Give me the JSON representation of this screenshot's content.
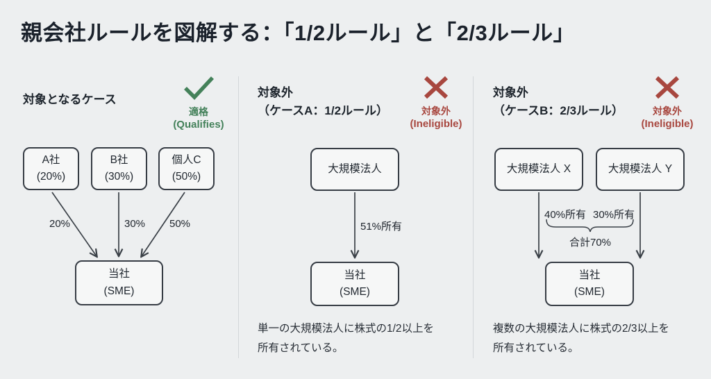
{
  "title": "親会社ルールを図解する：「1/2ルール」と「2/3ルール」",
  "colors": {
    "background": "#edeff0",
    "ink": "#1d242c",
    "green": "#44815a",
    "red": "#a8473f",
    "box_border": "#363c44",
    "box_fill": "#f6f7f7",
    "divider": "#d3d6d9",
    "arrow": "#3a4047"
  },
  "columns": [
    {
      "header_line1": "対象となるケース",
      "badge": {
        "icon": "check-icon",
        "label_jp": "適格",
        "label_en": "(Qualifies)"
      },
      "parents": [
        {
          "line1": "A社",
          "line2": "(20%)"
        },
        {
          "line1": "B社",
          "line2": "(30%)"
        },
        {
          "line1": "個人C",
          "line2": "(50%)"
        }
      ],
      "arrow_labels": [
        "20%",
        "30%",
        "50%"
      ],
      "target": {
        "line1": "当社",
        "line2": "(SME)"
      }
    },
    {
      "header_line1": "対象外",
      "header_line2": "（ケースA：1/2ルール）",
      "badge": {
        "icon": "x-icon",
        "label_jp": "対象外",
        "label_en": "(Ineligible)"
      },
      "parents": [
        {
          "line1": "大規模法人"
        }
      ],
      "arrow_labels": [
        "51%所有"
      ],
      "target": {
        "line1": "当社",
        "line2": "(SME)"
      },
      "description_line1": "単一の大規模法人に株式の1/2以上を",
      "description_line2": "所有されている。"
    },
    {
      "header_line1": "対象外",
      "header_line2": "（ケースB：2/3ルール）",
      "badge": {
        "icon": "x-icon",
        "label_jp": "対象外",
        "label_en": "(Ineligible)"
      },
      "parents": [
        {
          "line1": "大規模法人 X"
        },
        {
          "line1": "大規模法人 Y"
        }
      ],
      "arrow_labels": [
        "40%所有",
        "30%所有"
      ],
      "total_label": "合計70%",
      "target": {
        "line1": "当社",
        "line2": "(SME)"
      },
      "description_line1": "複数の大規模法人に株式の2/3以上を",
      "description_line2": "所有されている。"
    }
  ]
}
